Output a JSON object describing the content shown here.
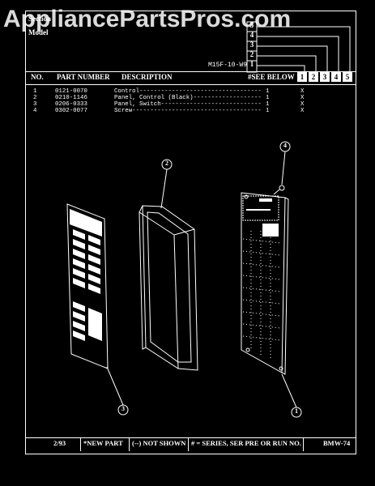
{
  "watermark": "AppliancePartsPros.com",
  "header": {
    "section_title": "Section",
    "model_label": "Model",
    "model_number": "M15F-10-W9",
    "series_digits": [
      "5",
      "4",
      "3",
      "2",
      "1"
    ]
  },
  "columns": {
    "no": "NO.",
    "part_number": "PART NUMBER",
    "description": "DESCRIPTION",
    "see_below": "#SEE BELOW",
    "series": [
      "1",
      "2",
      "3",
      "4",
      "5"
    ]
  },
  "parts": [
    {
      "no": "1",
      "part_number": "0121-0070",
      "description": "Control----------------------------------",
      "qty": "1",
      "mark": "X"
    },
    {
      "no": "2",
      "part_number": "0210-1146",
      "description": "Panel, Control (Black)-------------------",
      "qty": "1",
      "mark": "X"
    },
    {
      "no": "3",
      "part_number": "0206-0333",
      "description": "Panel, Switch----------------------------",
      "qty": "1",
      "mark": "X"
    },
    {
      "no": "4",
      "part_number": "0302-0077",
      "description": "Screw------------------------------------",
      "qty": "1",
      "mark": "X"
    }
  ],
  "callouts": [
    "1",
    "2",
    "3",
    "4"
  ],
  "footer": {
    "date": "2/93",
    "new_part": "*NEW PART",
    "not_shown": "(--) NOT SHOWN",
    "series_note": "# = SERIES, SER PRE OR RUN NO.",
    "page_code": "BMW-74"
  }
}
